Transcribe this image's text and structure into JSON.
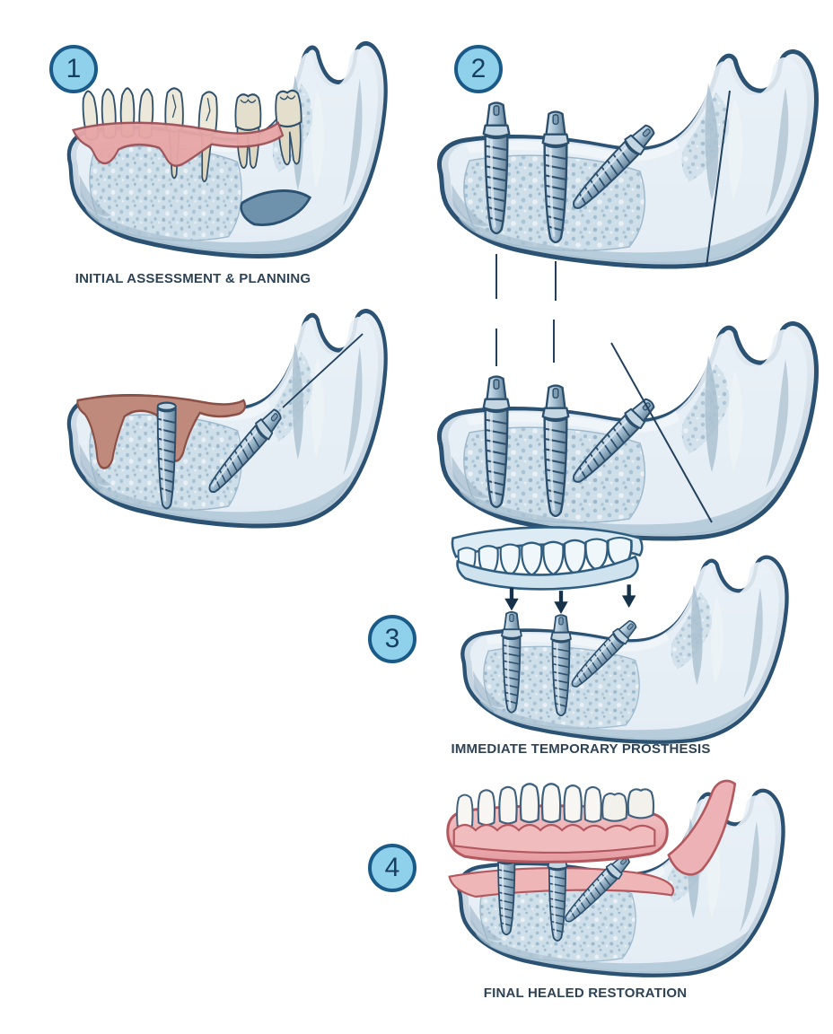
{
  "figure": {
    "background": "#ffffff",
    "steps": [
      {
        "number": "1",
        "caption": "INITIAL ASSESSMENT & PLANNING"
      },
      {
        "number": "2",
        "caption": ""
      },
      {
        "number": "3",
        "caption": "IMMEDIATE TEMPORARY PROSTHESIS"
      },
      {
        "number": "4",
        "caption": "FINAL HEALED RESTORATION"
      }
    ],
    "colors": {
      "outline": "#2b5273",
      "bone_light": "#e7eef4",
      "bone_mid": "#bccedc",
      "spongy_dot": "#a3bfd3",
      "implant_steel": "#9cb8cc",
      "gum_pink": "#eeb3b6",
      "ridge_red": "#bf8a7b",
      "tooth_cream": "#ece8da",
      "tooth_white": "#f8f6f2",
      "prosthesis_blue": "#eef6fa",
      "arrow": "#16324a",
      "badge_fill": "#8fd0eb",
      "badge_border": "#1a5a88",
      "caption_text": "#2e4356"
    }
  }
}
